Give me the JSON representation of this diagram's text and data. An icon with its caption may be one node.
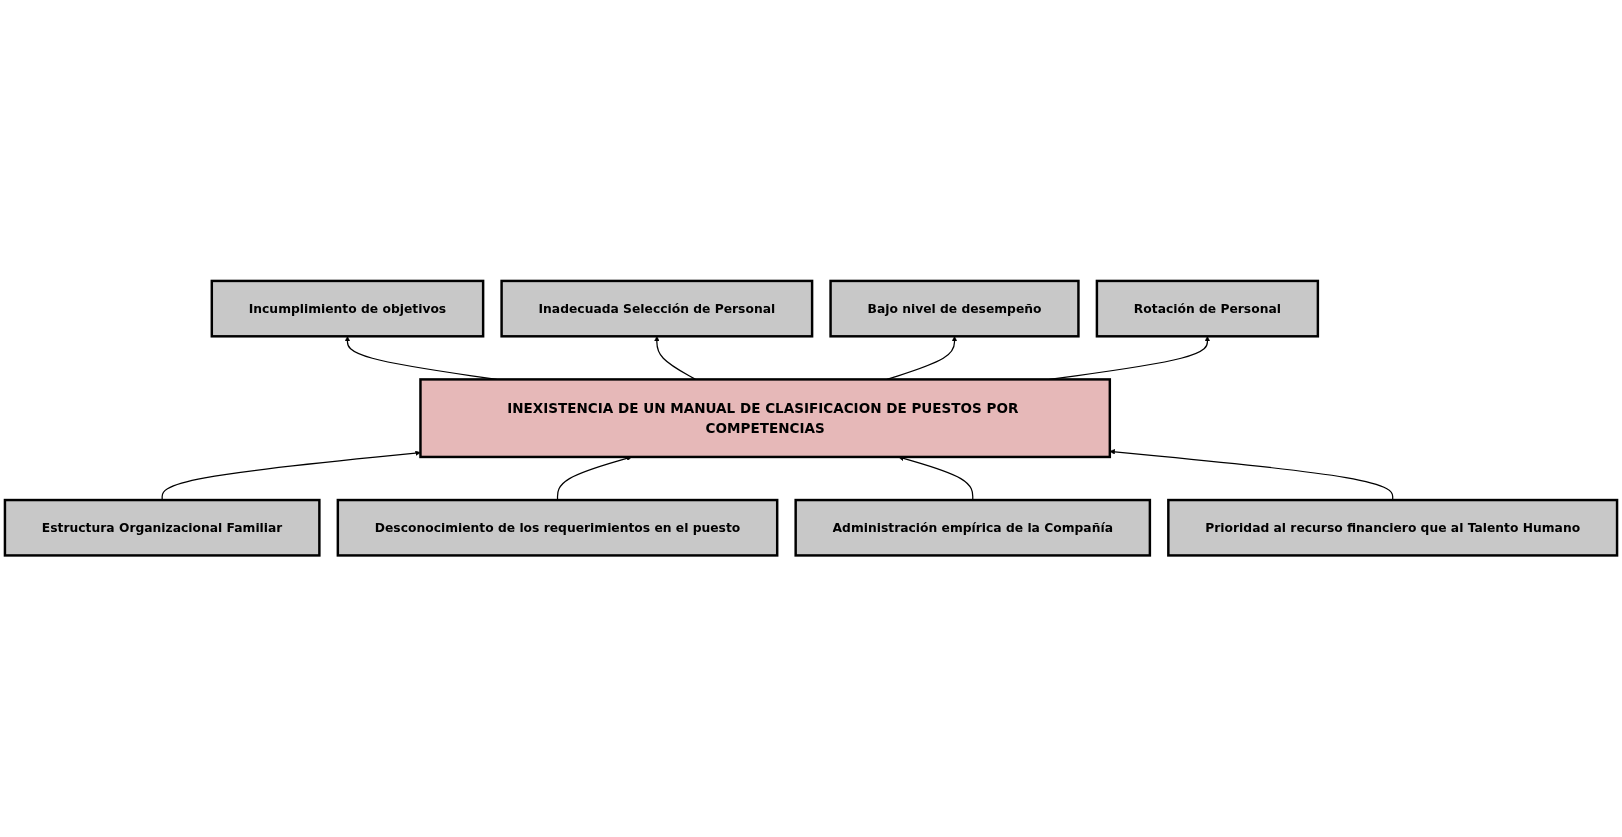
{
  "diagram": {
    "nodes": [
      {
        "text": [
          "Incumplimiento de objetivos"
        ]
      },
      {
        "text": [
          "Inadecuada Selección de Personal"
        ]
      },
      {
        "text": [
          "Bajo nivel de desempeño"
        ]
      },
      {
        "text": [
          "Rotación de Personal"
        ]
      },
      {
        "text": [
          "INEXISTENCIA DE UN MANUAL DE CLASIFICACION DE PUESTOS POR COMPETENCIAS"
        ]
      },
      {
        "text": [
          "Estructura Organizacional Familiar"
        ]
      },
      {
        "text": [
          "Desconocimiento de los requerimientos en el puesto"
        ]
      },
      {
        "text": [
          "Administración empírica de la Compañía"
        ]
      },
      {
        "text": [
          "Prioridad al recurso financiero que al Talento Humano"
        ]
      }
    ],
    "edges": [
      {
        "from": 4,
        "to": 0,
        "arrow": "to"
      },
      {
        "from": 4,
        "to": 1,
        "arrow": "to"
      },
      {
        "from": 4,
        "to": 2,
        "arrow": "to"
      },
      {
        "from": 4,
        "to": 3,
        "arrow": "to"
      },
      {
        "from": 5,
        "to": 4,
        "arrow": "to"
      },
      {
        "from": 6,
        "to": 4,
        "arrow": "to"
      },
      {
        "from": 7,
        "to": 4,
        "arrow": "to"
      },
      {
        "from": 8,
        "to": 4,
        "arrow": "to"
      }
    ]
  }
}
